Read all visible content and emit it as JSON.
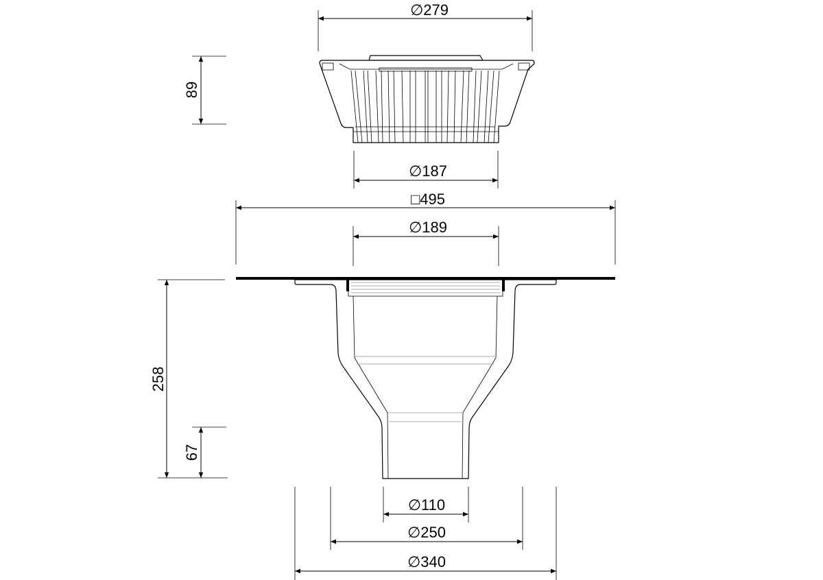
{
  "drawing": {
    "grate": {
      "diameter_top": "∅279",
      "height": "89",
      "diameter_bottom": "∅187"
    },
    "body": {
      "flange_square": "□495",
      "inlet_diameter": "∅189",
      "total_height": "258",
      "outlet_length": "67",
      "outlet_diameter": "∅110",
      "diameter_250": "∅250",
      "diameter_340": "∅340"
    },
    "colors": {
      "line": "#000000",
      "hidden": "#aaaaaa"
    }
  }
}
